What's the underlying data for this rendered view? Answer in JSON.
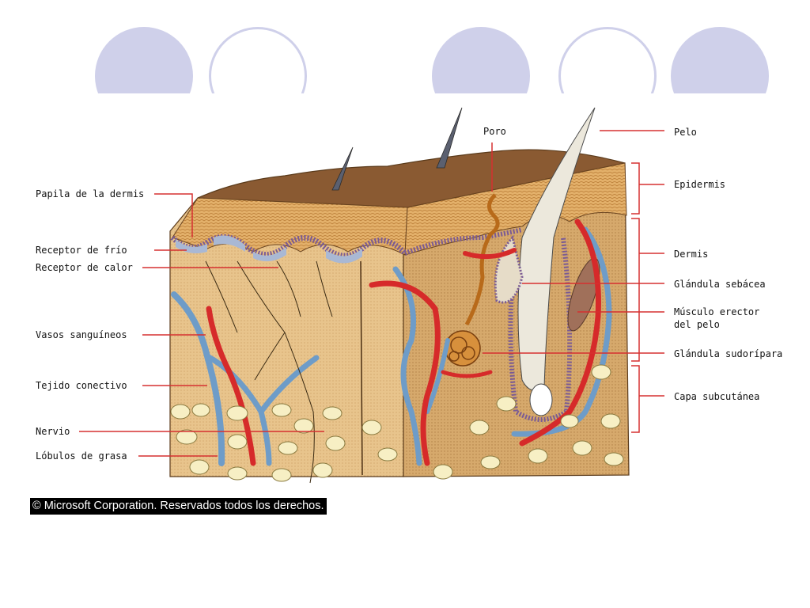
{
  "labels": {
    "poro": "Poro",
    "pelo": "Pelo",
    "papila": "Papila de la dermis",
    "receptor_frio": "Receptor de frío",
    "receptor_calor": "Receptor de calor",
    "vasos": "Vasos sanguíneos",
    "tejido": "Tejido conectivo",
    "nervio": "Nervio",
    "lobulos": "Lóbulos de grasa",
    "epidermis": "Epidermis",
    "dermis": "Dermis",
    "glandula_sebacea": "Glándula sebácea",
    "musculo_line1": "Músculo erector",
    "musculo_line2": "del pelo",
    "glandula_sudoripara": "Glándula sudorípara",
    "capa_subcutanea": "Capa subcutánea"
  },
  "copyright": "© Microsoft Corporation. Reservados todos los derechos.",
  "colors": {
    "slide_accent": "#cfd0ea",
    "epidermis_top": "#8a5a32",
    "dermis": "#e8c48c",
    "artery": "#d62a2a",
    "vein": "#6e9cc8",
    "fat": "#f7efc4",
    "leader_line": "#d63030"
  }
}
